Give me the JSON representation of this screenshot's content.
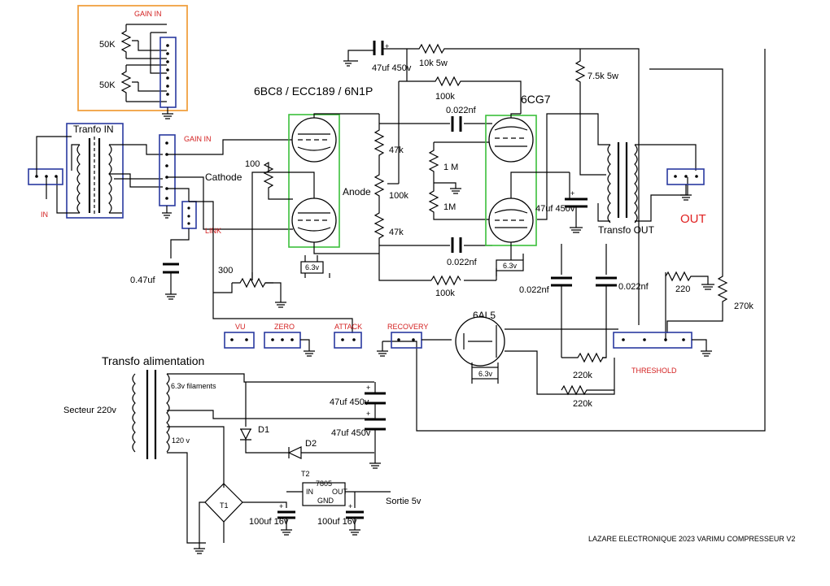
{
  "labels": {
    "gain_in_top": "GAIN IN",
    "pot_50k_a": "50K",
    "pot_50k_b": "50K",
    "tranfo_in": "Tranfo IN",
    "gain_in_mid": "GAIN IN",
    "in": "IN",
    "link": "LINK",
    "cap_047": "0.47uf",
    "tube1_name": "6BC8 / ECC189 / 6N1P",
    "cathode": "Cathode",
    "r_100": "100",
    "r_300": "300",
    "h_63_a": "6.3v",
    "anode": "Anode",
    "r_47k_a": "47k",
    "r_100k_pot": "100k",
    "r_47k_b": "47k",
    "cap_47uf_top": "47uf 450v",
    "r_10k": "10k 5w",
    "r_100k_top": "100k",
    "cap_0022_a": "0.022nf",
    "tube2_name": "6CG7",
    "r_1m_a": "1 M",
    "r_1m_b": "1M",
    "cap_0022_b": "0.022nf",
    "r_100k_bot": "100k",
    "h_63_b": "6.3v",
    "r_75k": "7.5k 5w",
    "cap_47uf_mid": "47uf 450v",
    "transfo_out": "Transfo OUT",
    "out": "OUT",
    "cap_0022_c": "0.022nf",
    "cap_0022_d": "0.022nf",
    "r_220": "220",
    "r_270k": "270k",
    "vu": "VU",
    "zero": "ZERO",
    "attack": "ATTACK",
    "recovery": "RECOVERY",
    "tube3_name": "6AL5",
    "h_63_c": "6.3v",
    "threshold": "THRESHOLD",
    "r_220k_a": "220k",
    "r_220k_b": "220k",
    "transfo_alim": "Transfo alimentation",
    "filaments": "6.3v filaments",
    "secteur": "Secteur 220v",
    "v120": "120 v",
    "d1": "D1",
    "d2": "D2",
    "cap_47uf_psu_a": "47uf 450v",
    "cap_47uf_psu_b": "47uf 450v",
    "t2": "T2",
    "reg_7805": "7805",
    "reg_in": "IN",
    "reg_out": "OUT",
    "reg_gnd": "GND",
    "t1": "T1",
    "cap_100uf_a": "100uf 16v",
    "cap_100uf_b": "100uf 16v",
    "sortie": "Sortie 5v",
    "footer": "LAZARE ELECTRONIQUE 2023  VARIMU COMPRESSEUR V2"
  },
  "colors": {
    "wire": "#000000",
    "tube_frame": "#3bbf3b",
    "connector": "#2a3aa0",
    "gain_box": "#f0a040",
    "red_label": "#d32020"
  }
}
